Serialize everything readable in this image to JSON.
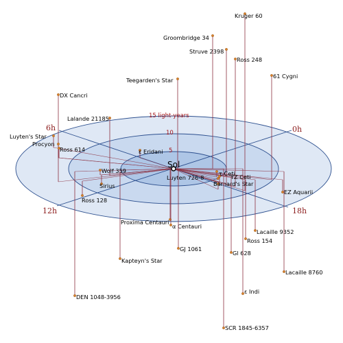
{
  "center": {
    "label": "Sol"
  },
  "ring_labels": [
    "5",
    "10",
    "15 light-years"
  ],
  "hour_labels": [
    "0h",
    "6h",
    "12h",
    "18h"
  ],
  "colors": {
    "disk_outer": "#dfe8f5",
    "disk_mid": "#c9d9ef",
    "disk_inner": "#aec6e6",
    "disk_stroke": "#2c4f8e",
    "axis": "#2c4f8e",
    "stem": "#8c2f3f",
    "star_marker": "#d9822b",
    "ring_label": "#a4161a",
    "hour_label": "#8b1a1a"
  },
  "stars": [
    {
      "name": "Kruger 60"
    },
    {
      "name": "Groombridge 34"
    },
    {
      "name": "Struve 2398"
    },
    {
      "name": "Ross 248"
    },
    {
      "name": "61 Cygni"
    },
    {
      "name": "Teegarden's Star"
    },
    {
      "name": "DX Cancri"
    },
    {
      "name": "Lalande 21185"
    },
    {
      "name": "Luyten's Star"
    },
    {
      "name": "Procyon"
    },
    {
      "name": "Ross 614"
    },
    {
      "name": "ε Eridani"
    },
    {
      "name": "Wolf 359"
    },
    {
      "name": "Sirius"
    },
    {
      "name": "Ross 128"
    },
    {
      "name": "τ Ceti"
    },
    {
      "name": "YZ Ceti"
    },
    {
      "name": "Luyten 726-8"
    },
    {
      "name": "Barnard's Star"
    },
    {
      "name": "EZ Aquarii"
    },
    {
      "name": "Proxima Centauri"
    },
    {
      "name": "α Centauri"
    },
    {
      "name": "Lacaille 9352"
    },
    {
      "name": "Ross 154"
    },
    {
      "name": "GJ 1061"
    },
    {
      "name": "Gl 628"
    },
    {
      "name": "Kapteyn's Star"
    },
    {
      "name": "Lacaille 8760"
    },
    {
      "name": "ε Indi"
    },
    {
      "name": "DEN 1048-3956"
    },
    {
      "name": "SCR 1845-6357"
    }
  ]
}
